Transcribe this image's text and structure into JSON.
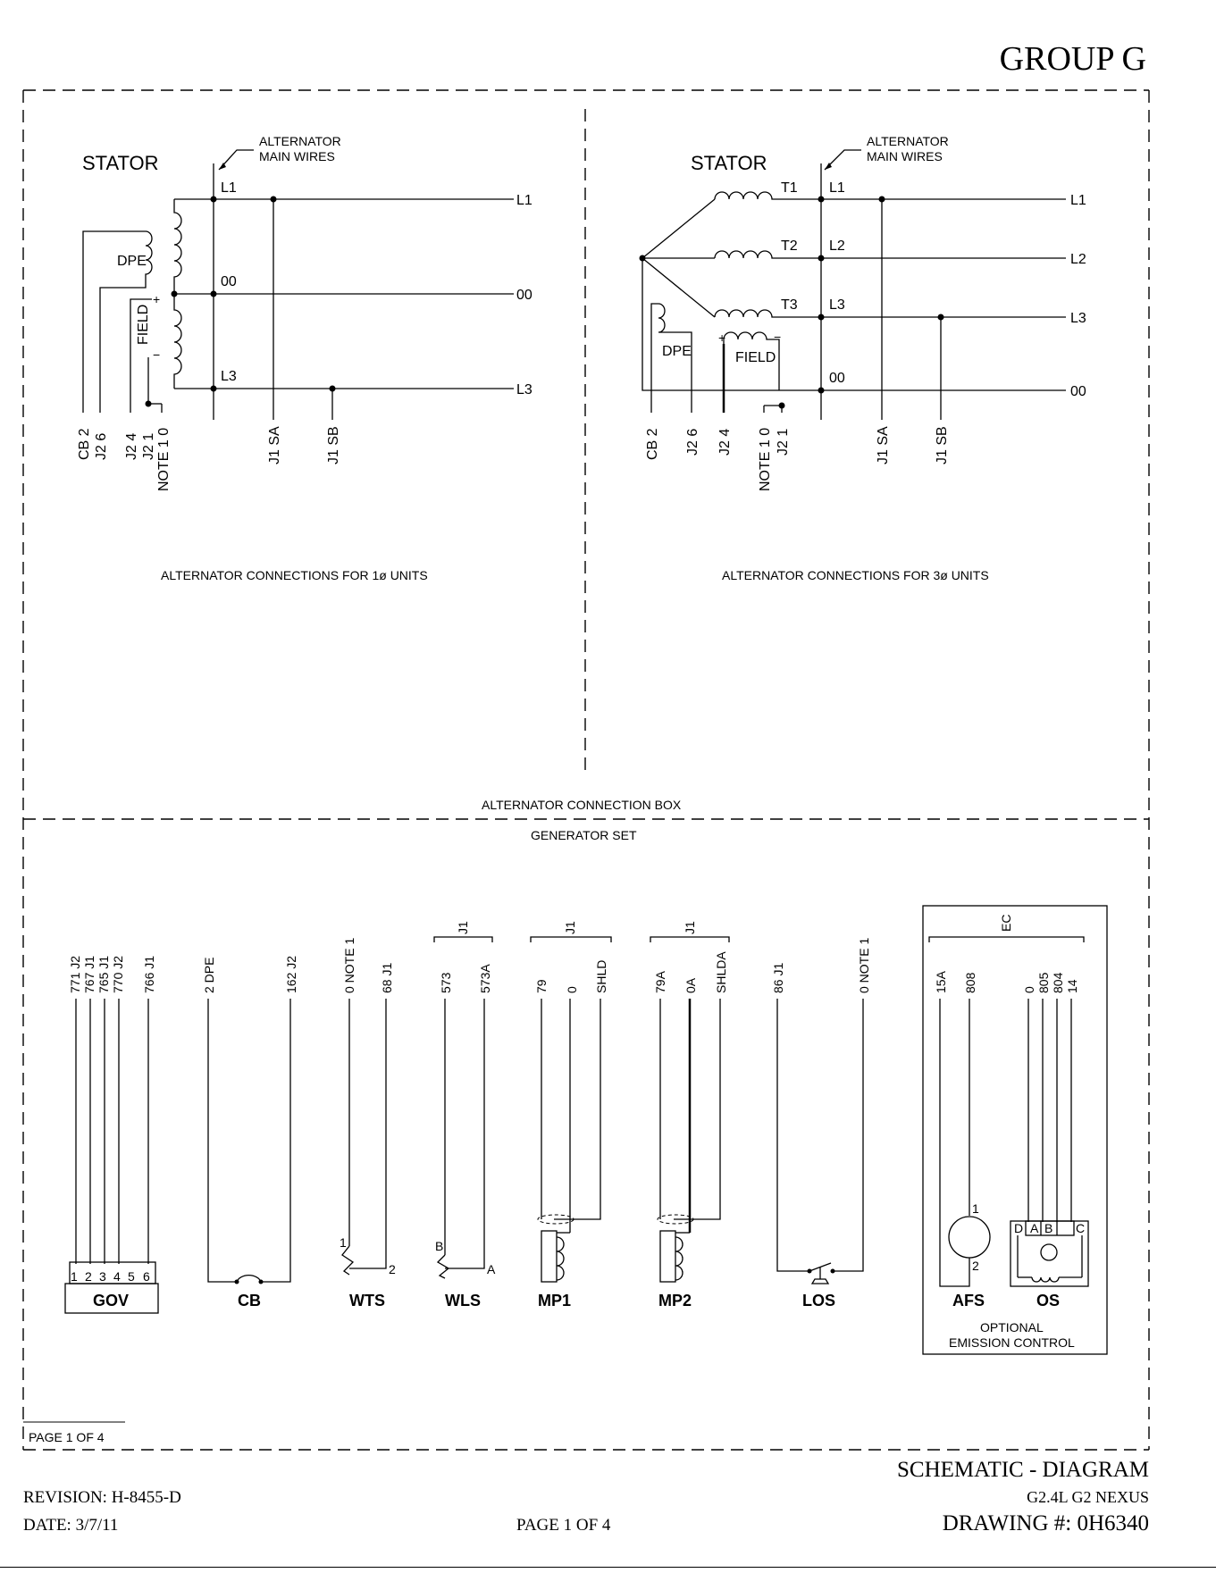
{
  "header": {
    "group": "GROUP G"
  },
  "left_panel": {
    "stator": "STATOR",
    "alt_main_wires": [
      "ALTERNATOR",
      "MAIN WIRES"
    ],
    "caption": "ALTERNATOR CONNECTIONS FOR 1ø UNITS",
    "dpe": "DPE",
    "field": "FIELD",
    "node_labels": [
      "L1",
      "00",
      "L3"
    ],
    "right_labels": [
      "L1",
      "00",
      "L3"
    ],
    "bottom_labels": [
      "CB 2",
      "J2 6",
      "J2 4",
      "J2 1",
      "NOTE 1 0",
      "J1 SA",
      "J1 SB"
    ]
  },
  "right_panel": {
    "stator": "STATOR",
    "alt_main_wires": [
      "ALTERNATOR",
      "MAIN WIRES"
    ],
    "caption": "ALTERNATOR CONNECTIONS FOR 3ø UNITS",
    "dpe": "DPE",
    "field": "FIELD",
    "t_labels": [
      "T1",
      "T2",
      "T3"
    ],
    "node_labels": [
      "L1",
      "L2",
      "L3",
      "00"
    ],
    "right_labels": [
      "L1",
      "L2",
      "L3",
      "00"
    ],
    "bottom_labels": [
      "CB 2",
      "J2 6",
      "J2 4",
      "NOTE 1 0",
      "J2 1",
      "J1 SA",
      "J1 SB"
    ]
  },
  "box_labels": {
    "connection_box": "ALTERNATOR CONNECTION BOX",
    "generator_set": "GENERATOR SET"
  },
  "components": {
    "gov": {
      "name": "GOV",
      "wires": [
        "771 J2",
        "767 J1",
        "765 J1",
        "770 J2",
        "766 J1"
      ],
      "pins": [
        "1",
        "2",
        "3",
        "4",
        "5",
        "6"
      ]
    },
    "cb": {
      "name": "CB",
      "wires": [
        "2 DPE",
        "162 J2"
      ]
    },
    "wts": {
      "name": "WTS",
      "wires": [
        "0 NOTE 1",
        "68 J1"
      ],
      "pins": [
        "1",
        "2"
      ]
    },
    "wls": {
      "name": "WLS",
      "bracket": "J1",
      "wires": [
        "573",
        "573A"
      ],
      "pins": [
        "B",
        "A"
      ]
    },
    "mp1": {
      "name": "MP1",
      "bracket": "J1",
      "wires": [
        "79",
        "0",
        "SHLD"
      ]
    },
    "mp2": {
      "name": "MP2",
      "bracket": "J1",
      "wires": [
        "79A",
        "0A",
        "SHLDA"
      ]
    },
    "los": {
      "name": "LOS",
      "wires": [
        "86 J1",
        "0 NOTE 1"
      ]
    },
    "afs": {
      "name": "AFS",
      "wires": [
        "15A",
        "808"
      ],
      "pins": [
        "1",
        "2"
      ]
    },
    "os": {
      "name": "OS",
      "wires": [
        "0",
        "805",
        "804",
        "14"
      ],
      "pins": [
        "D",
        "A",
        "B",
        "C"
      ]
    },
    "ec": {
      "bracket": "EC",
      "caption": [
        "OPTIONAL",
        "EMISSION CONTROL"
      ]
    }
  },
  "page_box": "PAGE 1 OF 4",
  "footer": {
    "title": "SCHEMATIC - DIAGRAM",
    "model": "G2.4L G2 NEXUS",
    "revision": "REVISION: H-8455-D",
    "date": "DATE: 3/7/11",
    "page": "PAGE 1 OF 4",
    "drawing": "DRAWING #: 0H6340"
  }
}
